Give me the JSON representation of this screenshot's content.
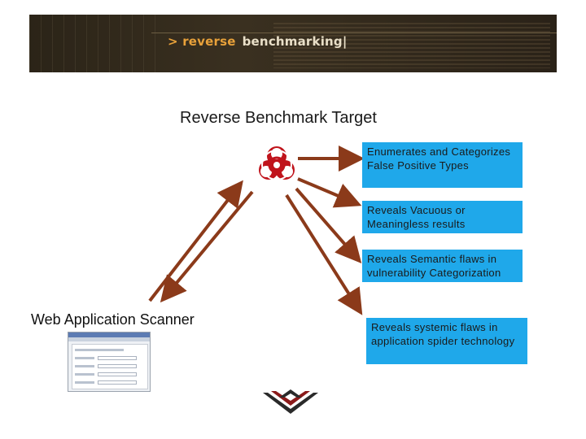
{
  "banner": {
    "prefix": "> reverse",
    "word": "benchmarking|"
  },
  "diagram": {
    "title": "Reverse Benchmark Target",
    "scanner_label": "Web Application Scanner",
    "boxes": [
      "Enumerates and Categorizes False Positive Types",
      "Reveals Vacuous or Meaningless results",
      "Reveals Semantic flaws in vulnerability Categorization",
      "Reveals systemic flaws in application spider technology"
    ]
  },
  "icons": {
    "target": "biohazard-icon",
    "scanner": "scanner-window-thumbnail",
    "logo": "chevron-logo-icon"
  },
  "colors": {
    "arrow": "#8b3a1a",
    "box": "#1fa8ea",
    "biohazard": "#c0141c"
  }
}
